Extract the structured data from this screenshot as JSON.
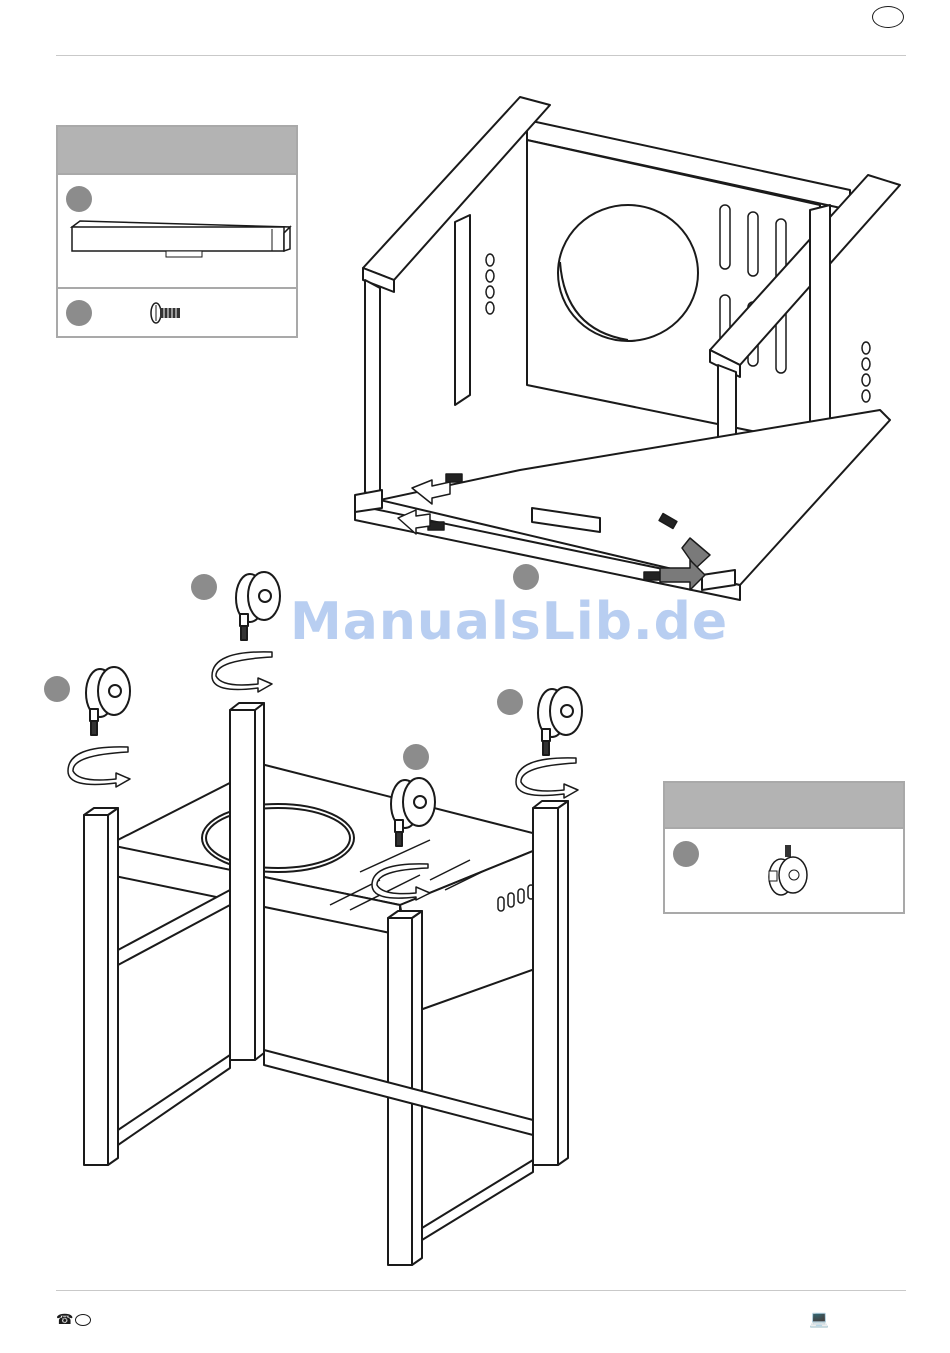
{
  "page": {
    "header_badge": "",
    "watermark": "ManualsLib.de"
  },
  "parts_list_top": {
    "header": "",
    "items": [
      {
        "icon": "crossbar-part"
      },
      {
        "icon": "screw-part"
      }
    ]
  },
  "parts_list_bottom": {
    "header": "",
    "items": [
      {
        "icon": "caster-wheel-part"
      }
    ]
  },
  "footer": {
    "phone_icon": "☎",
    "computer_icon": "💻"
  },
  "colors": {
    "badge_grey": "#8c8c8c",
    "header_grey": "#b3b3b3",
    "arrow_grey": "#7a7a7a",
    "line": "#1a1a1a"
  }
}
